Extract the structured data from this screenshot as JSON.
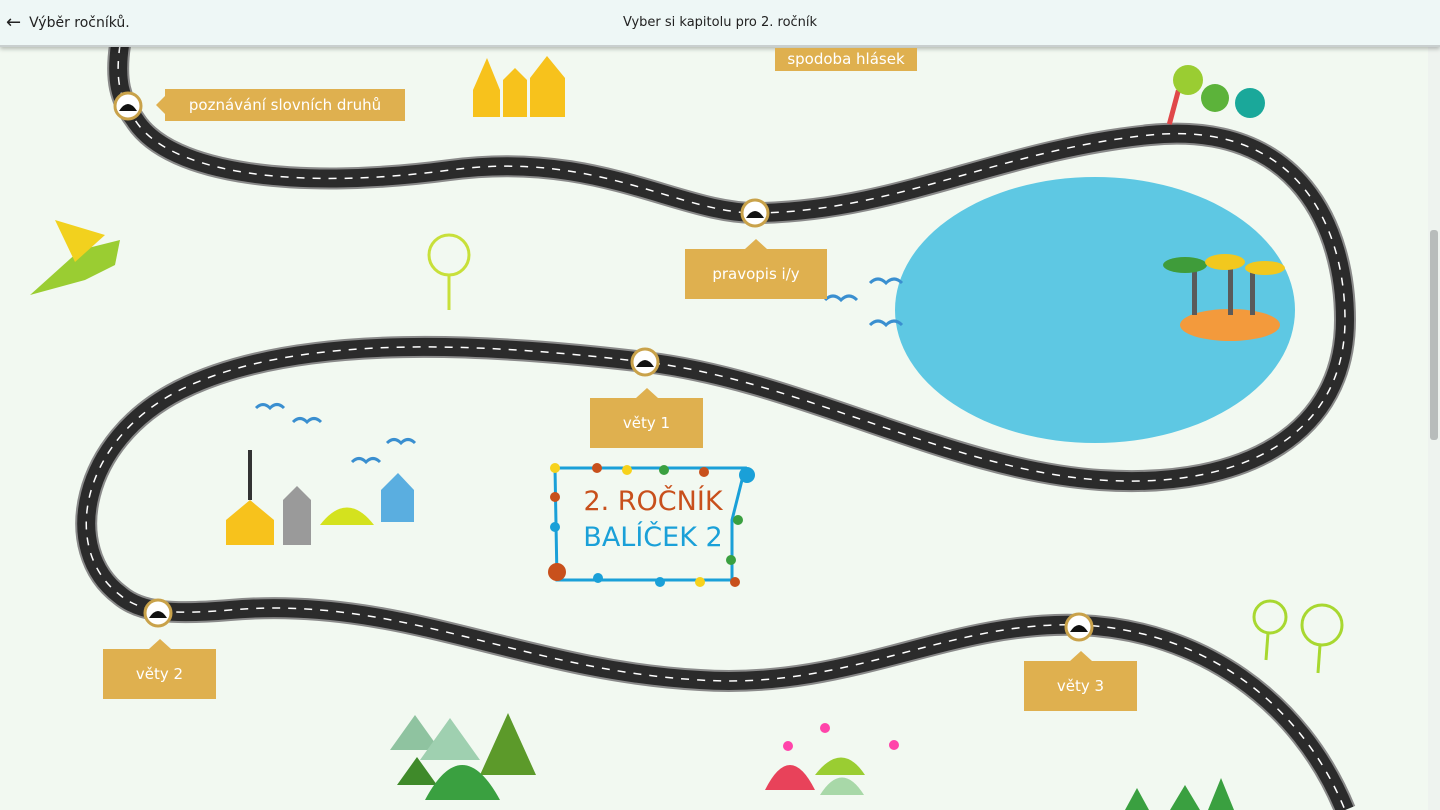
{
  "header": {
    "back_label": "Výběr ročníků.",
    "title": "Vyber si kapitolu pro 2. ročník"
  },
  "chapters": [
    {
      "label": "spodoba hlásek"
    },
    {
      "label": "poznávání slovních druhů"
    },
    {
      "label": "pravopis i/y"
    },
    {
      "label": "věty 1"
    },
    {
      "label": "věty 2"
    },
    {
      "label": "věty 3"
    }
  ],
  "badge": {
    "line1": "2. ROČNÍK",
    "line2": "BALÍČEK 2"
  },
  "colors": {
    "label_bg": "#dfb04f",
    "lake": "#5ec8e3",
    "road": "#2b2b2b",
    "badge_line1": "#c8501c",
    "badge_line2": "#1aa0d8"
  }
}
